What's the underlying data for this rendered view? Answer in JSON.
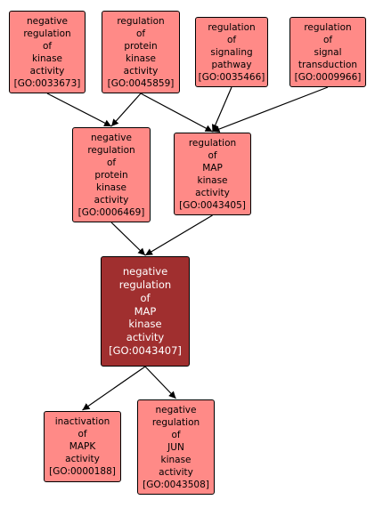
{
  "colors": {
    "node_fill": "#ff8a87",
    "focus_fill": "#a02f2f",
    "node_text": "#000000",
    "focus_text": "#ffffff",
    "edge": "#000000",
    "background": "#ffffff"
  },
  "nodes": [
    {
      "id": "GO:0033673",
      "lines": [
        "negative",
        "regulation",
        "of",
        "kinase",
        "activity",
        "[GO:0033673]"
      ]
    },
    {
      "id": "GO:0045859",
      "lines": [
        "regulation",
        "of",
        "protein",
        "kinase",
        "activity",
        "[GO:0045859]"
      ]
    },
    {
      "id": "GO:0035466",
      "lines": [
        "regulation",
        "of",
        "signaling",
        "pathway",
        "[GO:0035466]"
      ]
    },
    {
      "id": "GO:0009966",
      "lines": [
        "regulation",
        "of",
        "signal",
        "transduction",
        "[GO:0009966]"
      ]
    },
    {
      "id": "GO:0006469",
      "lines": [
        "negative",
        "regulation",
        "of",
        "protein",
        "kinase",
        "activity",
        "[GO:0006469]"
      ]
    },
    {
      "id": "GO:0043405",
      "lines": [
        "regulation",
        "of",
        "MAP",
        "kinase",
        "activity",
        "[GO:0043405]"
      ]
    },
    {
      "id": "GO:0043407",
      "focus": true,
      "lines": [
        "negative",
        "regulation",
        "of",
        "MAP",
        "kinase",
        "activity",
        "[GO:0043407]"
      ]
    },
    {
      "id": "GO:0000188",
      "lines": [
        "inactivation",
        "of",
        "MAPK",
        "activity",
        "[GO:0000188]"
      ]
    },
    {
      "id": "GO:0043508",
      "lines": [
        "negative",
        "regulation",
        "of",
        "JUN",
        "kinase",
        "activity",
        "[GO:0043508]"
      ]
    }
  ],
  "edges": [
    {
      "from": "GO:0033673",
      "to": "GO:0006469"
    },
    {
      "from": "GO:0045859",
      "to": "GO:0006469"
    },
    {
      "from": "GO:0045859",
      "to": "GO:0043405"
    },
    {
      "from": "GO:0035466",
      "to": "GO:0043405"
    },
    {
      "from": "GO:0009966",
      "to": "GO:0043405"
    },
    {
      "from": "GO:0006469",
      "to": "GO:0043407"
    },
    {
      "from": "GO:0043405",
      "to": "GO:0043407"
    },
    {
      "from": "GO:0043407",
      "to": "GO:0000188"
    },
    {
      "from": "GO:0043407",
      "to": "GO:0043508"
    }
  ]
}
